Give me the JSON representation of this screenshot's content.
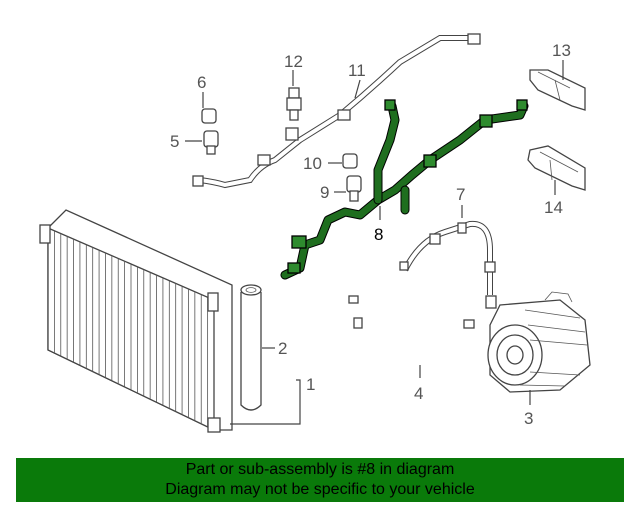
{
  "callouts": {
    "c1": "1",
    "c2": "2",
    "c3": "3",
    "c4": "4",
    "c5": "5",
    "c6": "6",
    "c7": "7",
    "c8": "8",
    "c9": "9",
    "c10": "10",
    "c11": "11",
    "c12": "12",
    "c13": "13",
    "c14": "14"
  },
  "banner": {
    "line1": "Part or sub-assembly is #8 in diagram",
    "line2": "Diagram may not be specific to your vehicle"
  },
  "colors": {
    "highlight": "#2e8b2e",
    "banner_bg": "#0a7a0a"
  }
}
